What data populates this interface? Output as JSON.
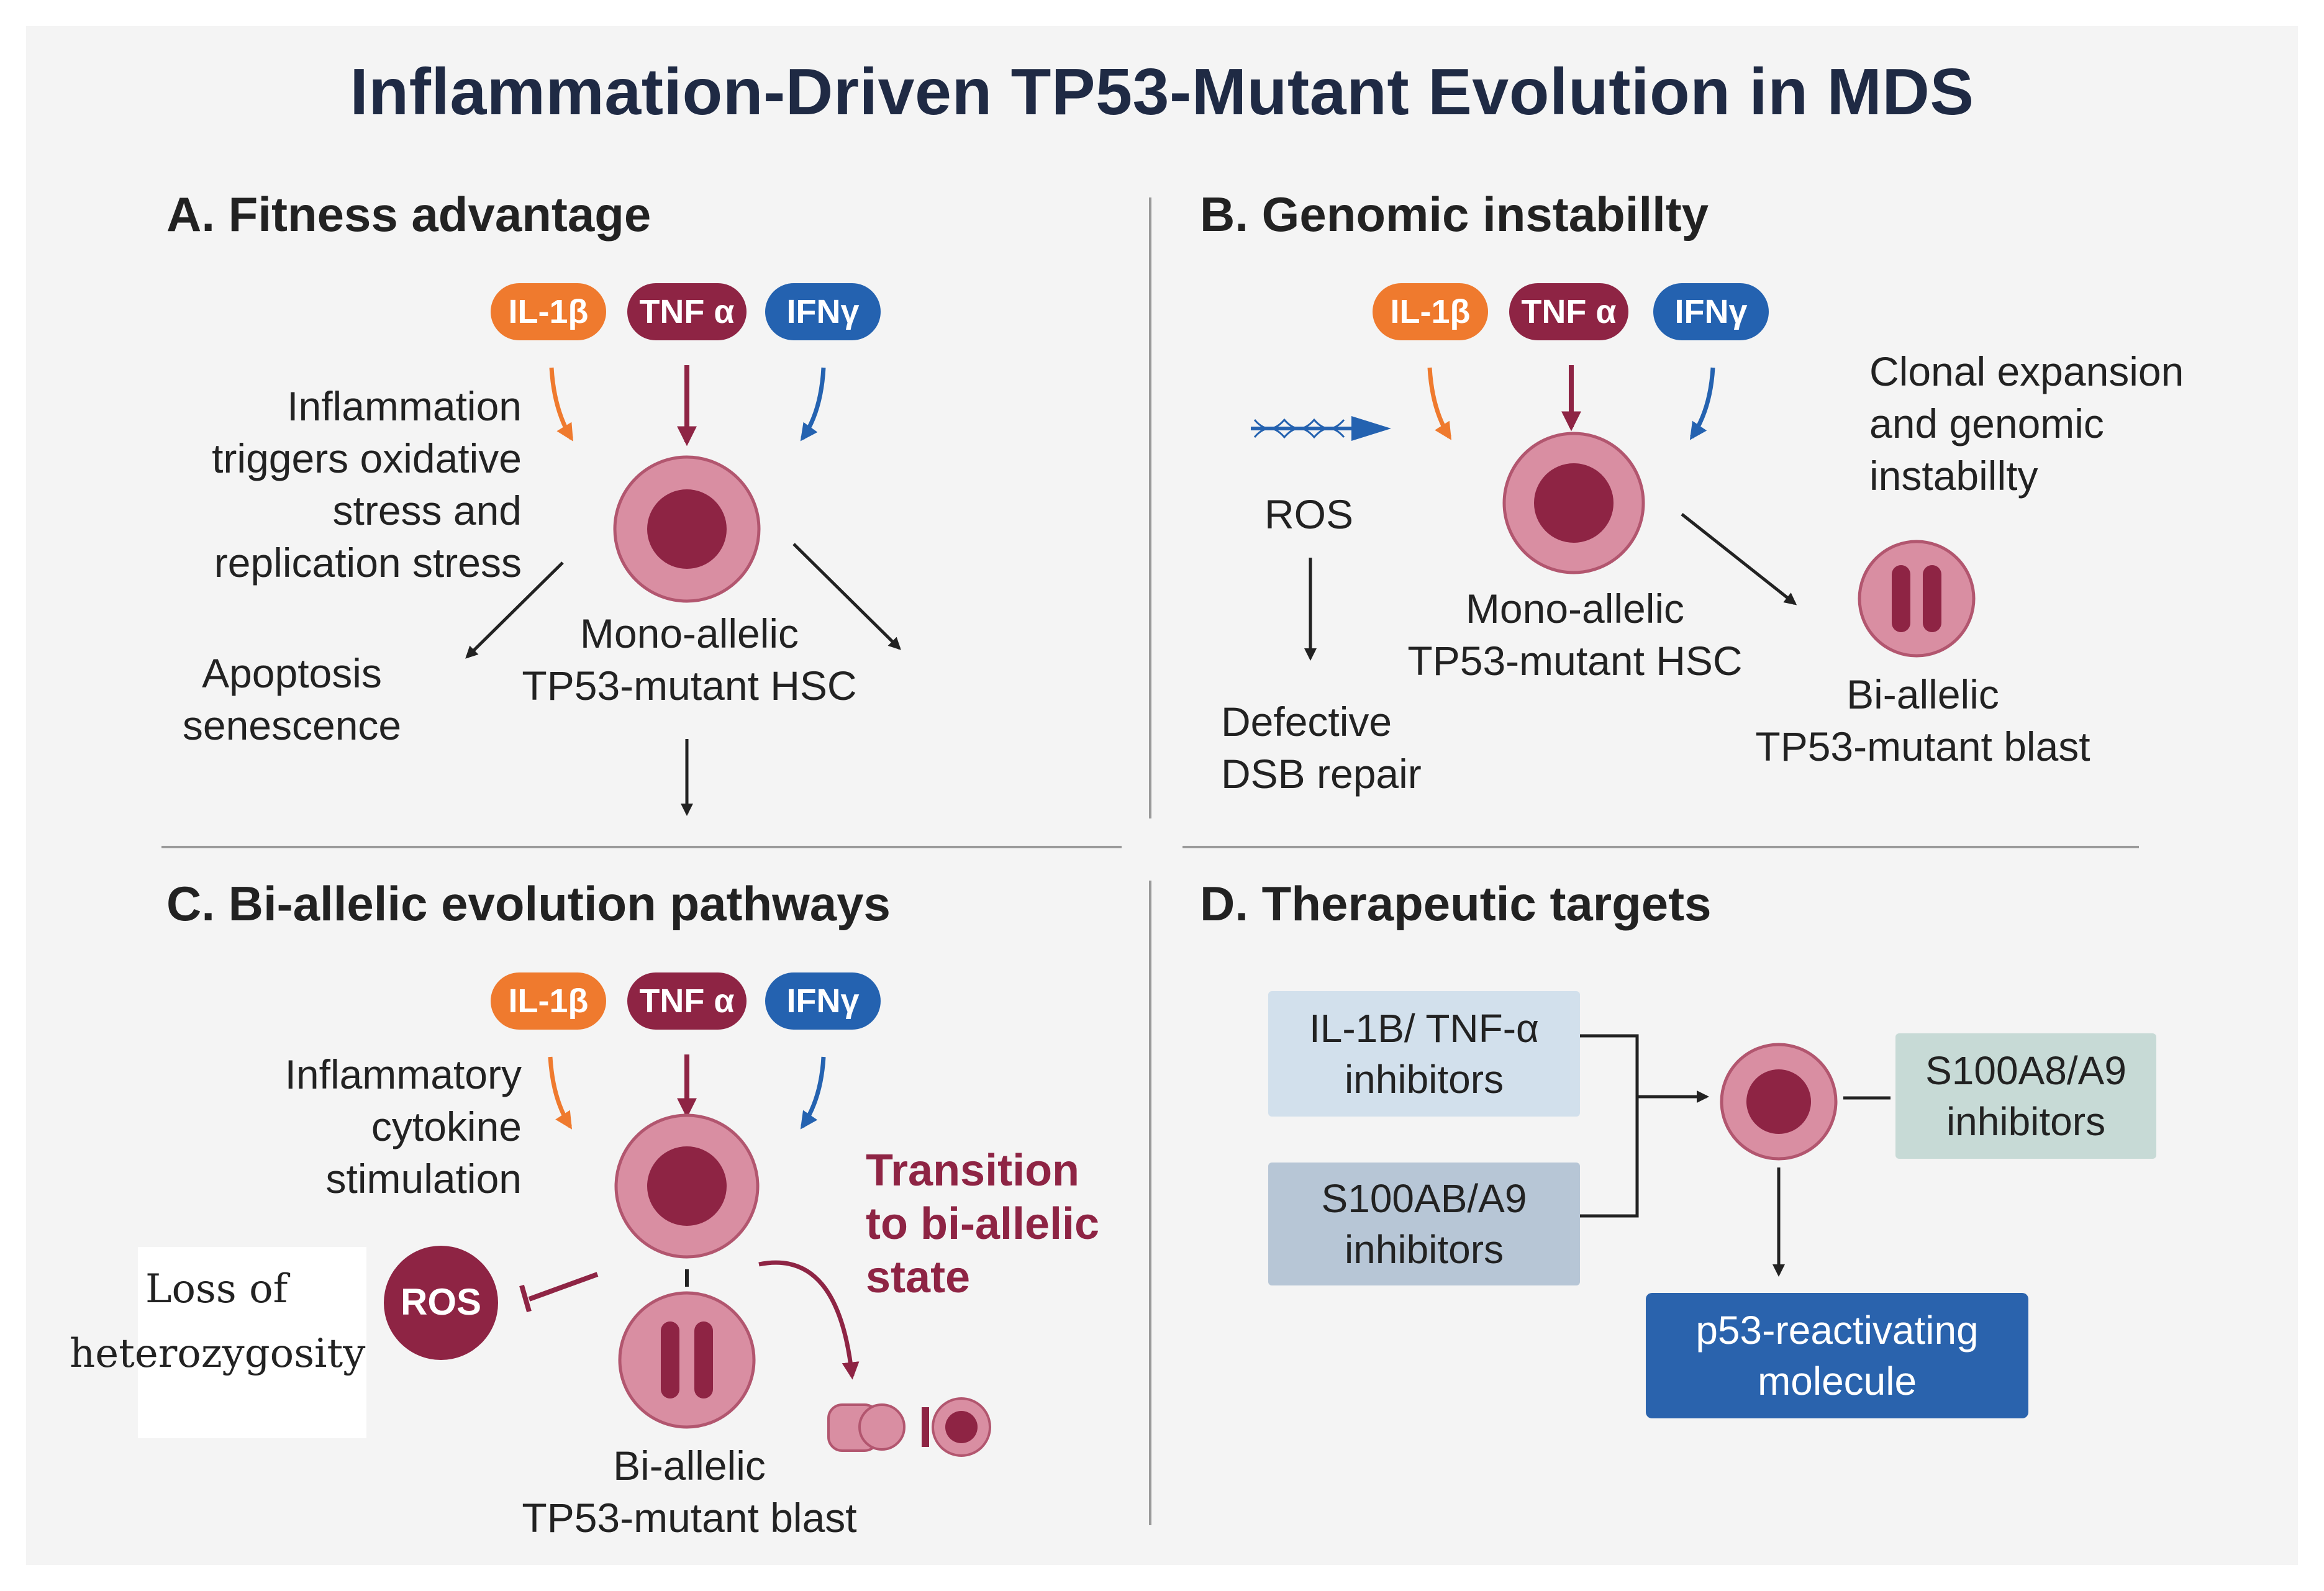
{
  "title": "Inflammation-Driven TP53-Mutant Evolution in MDS",
  "cytokines": {
    "il1b": "IL-1β",
    "tnfa": "TNF α",
    "ifng": "IFNγ"
  },
  "panel_a": {
    "heading": "A. Fitness advantage",
    "inflammation_text": [
      "Inflammation",
      "triggers oxidative",
      "stress and",
      "replication stress"
    ],
    "apoptosis_text": [
      "Apoptosis",
      "senescence"
    ],
    "hsc_label": [
      "Mono-allelic",
      "TP53-mutant HSC"
    ]
  },
  "panel_b": {
    "heading": "B. Genomic instabillty",
    "ros_label": "ROS",
    "dsb_text": [
      "Defective",
      "DSB repair"
    ],
    "clonal_text": [
      "Clonal expansion",
      "and genomic",
      "instabillty"
    ],
    "hsc_label": [
      "Mono-allelic",
      "TP53-mutant HSC"
    ],
    "blast_label": [
      "Bi-allelic",
      "TP53-mutant blast"
    ]
  },
  "panel_c": {
    "heading": "C. Bi-allelic evolution pathways",
    "stimulation_text": [
      "Inflammatory",
      "cytokine",
      "stimulation"
    ],
    "loh_text": [
      "Loss of",
      "heterozygosity"
    ],
    "ros_label": "ROS",
    "transition_text": [
      "Transition",
      "to bi-allelic",
      "state"
    ],
    "blast_label": [
      "Bi-allelic",
      "TP53-mutant blast"
    ]
  },
  "panel_d": {
    "heading": "D. Therapeutic targets",
    "box_il1b": "IL-1B/ TNF-α\ninhibitors",
    "box_s100ab": "S100AB/A9\ninhibitors",
    "box_s100a8": "S100A8/A9\ninhibitors",
    "box_p53": "p53-reactivating\nmolecule"
  },
  "colors": {
    "il1b": "#ef7a2e",
    "tnfa": "#8e2444",
    "ifng": "#2462b0",
    "cell_outer": "#d98ea2",
    "cell_nucleus": "#8e2444",
    "therapy_box_light": "#d2e0ec",
    "therapy_box_mid": "#b7c6d6",
    "therapy_box_green": "#c7dad6",
    "p53_box": "#2a63ad"
  }
}
